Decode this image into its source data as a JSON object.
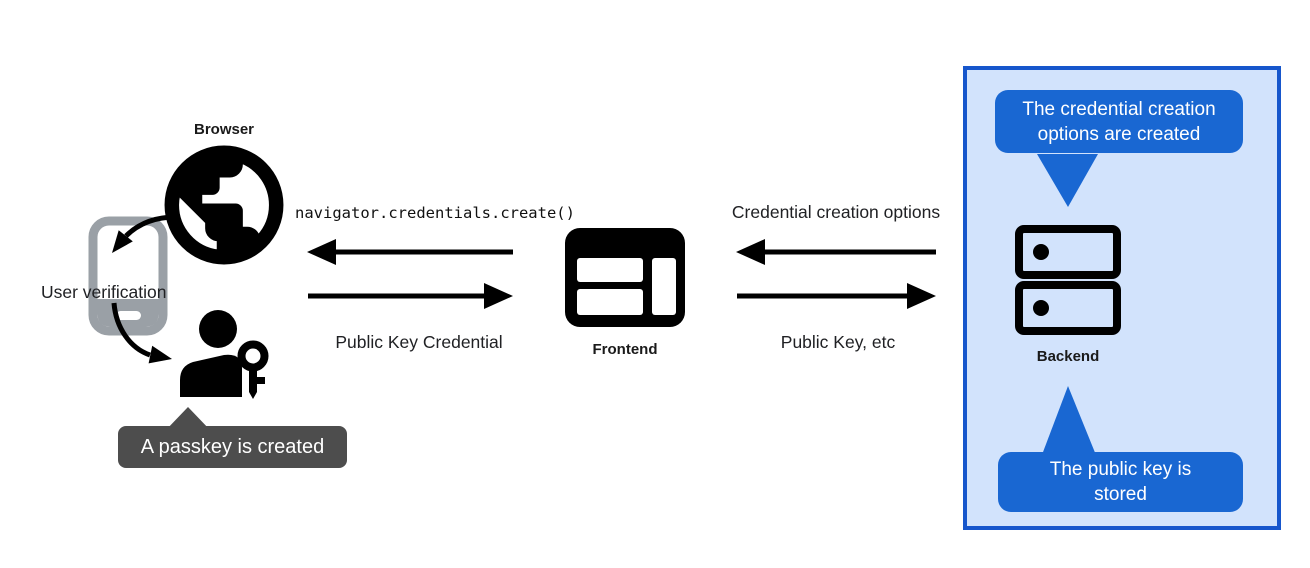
{
  "colors": {
    "accent_blue": "#1967d2",
    "panel_background": "#d2e3fc",
    "panel_border": "#1656cc",
    "tooltip_gray": "#4d4d4d",
    "device_gray": "#9aa0a6",
    "ink": "#000000"
  },
  "actors": {
    "browser": {
      "label": "Browser",
      "icon": "globe-icon"
    },
    "user_verification": {
      "label": "User verification",
      "icon": "smartphone-icon"
    },
    "user": {
      "icon": "person-key-icon"
    },
    "frontend": {
      "label": "Frontend",
      "icon": "browser-window-icon"
    },
    "backend": {
      "label": "Backend",
      "icon": "server-stack-icon"
    }
  },
  "messages": {
    "create_call": "navigator.credentials.create()",
    "public_key_credential": "Public Key Credential",
    "credential_creation_options": "Credential creation options",
    "public_key_etc": "Public Key, etc"
  },
  "callouts": {
    "passkey_created": "A passkey is created",
    "options_created": "The credential creation options are created",
    "key_stored": "The public key is stored"
  }
}
